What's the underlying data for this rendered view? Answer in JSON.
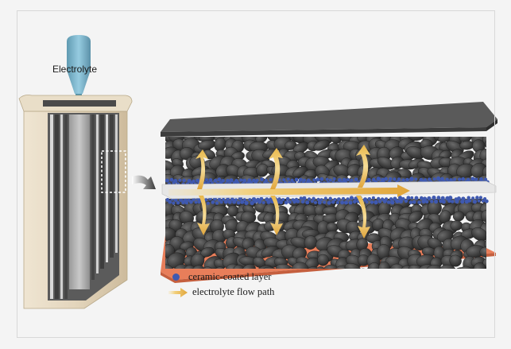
{
  "labels": {
    "electrolyte": "Electrolyte"
  },
  "legend": {
    "items": [
      {
        "label": "ceramic-coated layer",
        "icon": "blue-dot-icon",
        "color": "#3f59b0"
      },
      {
        "label": "electrolyte flow path",
        "icon": "yellow-arrow-icon",
        "color": "#e9b84a"
      }
    ]
  },
  "colors": {
    "particles": "#3a3a3a",
    "separator": "#e6e6e6",
    "ceramic": "#3f59b0",
    "top_plate": "#5a5a5a",
    "bottom_plate": "#e87e5a",
    "flow_arrow": "#e9b84a",
    "can_shell": "#e8dcc6"
  }
}
